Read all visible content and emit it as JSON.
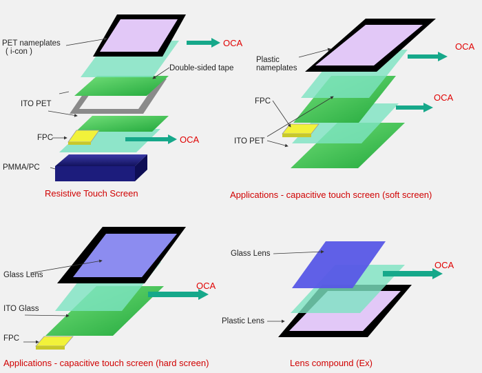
{
  "colors": {
    "background": "#f1f1f1",
    "oca_film": "#7de3c2",
    "ito_green": "#2fb84a",
    "ito_green_light": "#6fdd72",
    "frame_black": "#000000",
    "lens_lilac": "#e2c8f7",
    "glass_blue": "#5757e6",
    "pmma_navy": "#1c1c7c",
    "fpc_yellow": "#f2f23a",
    "tape_gray": "#8a8a8a",
    "arrow_teal": "#16a88a",
    "oca_text": "#e00000",
    "caption_red": "#d00000"
  },
  "panels": {
    "resistive": {
      "caption": "Resistive Touch Screen",
      "pet_nameplates_line1": "PET nameplates",
      "pet_nameplates_line2": "( i-con )",
      "double_sided_tape": "Double-sided tape",
      "ito_pet": "ITO PET",
      "fpc": "FPC",
      "pmma_pc": "PMMA/PC",
      "oca_top": "OCA",
      "oca_bottom": "OCA"
    },
    "capacitive_soft": {
      "caption": "Applications - capacitive touch screen (soft screen)",
      "plastic_nameplates_line1": "Plastic",
      "plastic_nameplates_line2": "nameplates",
      "fpc": "FPC",
      "ito_pet": "ITO PET",
      "oca_top": "OCA",
      "oca_mid": "OCA"
    },
    "capacitive_hard": {
      "caption": "Applications - capacitive touch screen (hard screen)",
      "glass_lens": "Glass Lens",
      "ito_glass": "ITO Glass",
      "fpc": "FPC",
      "oca": "OCA"
    },
    "lens_compound": {
      "caption": "Lens compound (Ex)",
      "glass_lens": "Glass Lens",
      "plastic_lens": "Plastic Lens",
      "oca": "OCA"
    }
  }
}
